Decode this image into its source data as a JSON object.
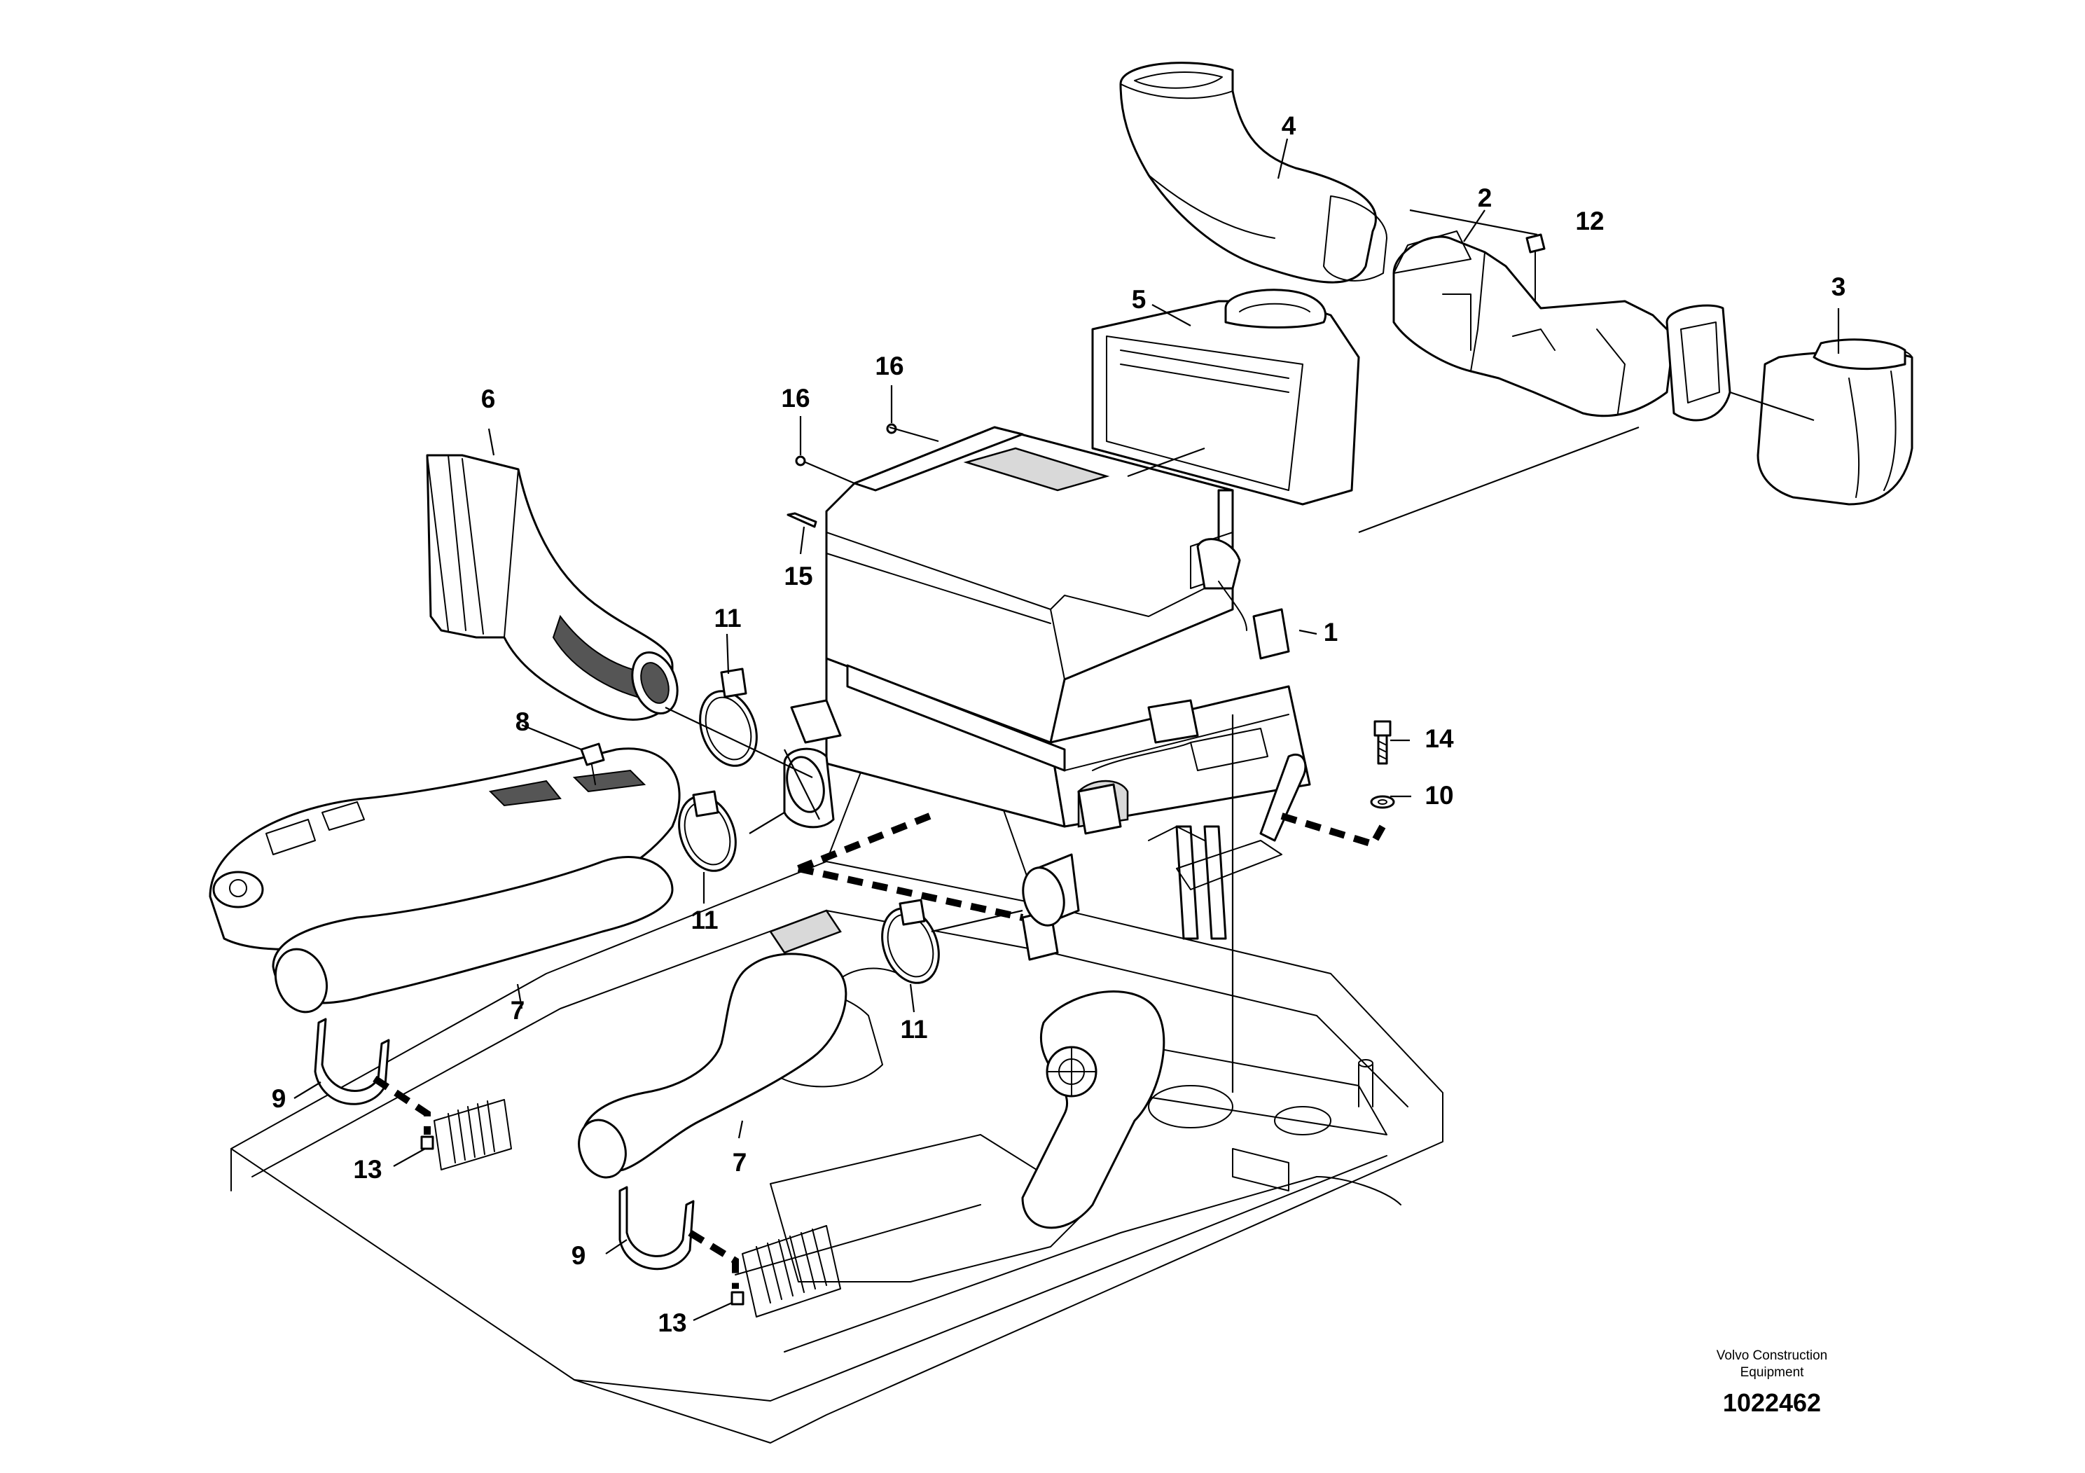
{
  "diagram": {
    "callouts": {
      "c1": "1",
      "c2": "2",
      "c3": "3",
      "c4": "4",
      "c5": "5",
      "c6": "6",
      "c7a": "7",
      "c7b": "7",
      "c8": "8",
      "c9a": "9",
      "c9b": "9",
      "c10": "10",
      "c11a": "11",
      "c11b": "11",
      "c11c": "11",
      "c12": "12",
      "c13a": "13",
      "c13b": "13",
      "c14": "14",
      "c15": "15",
      "c16a": "16",
      "c16b": "16"
    },
    "footer": {
      "manufacturer_line1": "Volvo Construction",
      "manufacturer_line2": "Equipment",
      "illustration_number": "1022462"
    }
  }
}
